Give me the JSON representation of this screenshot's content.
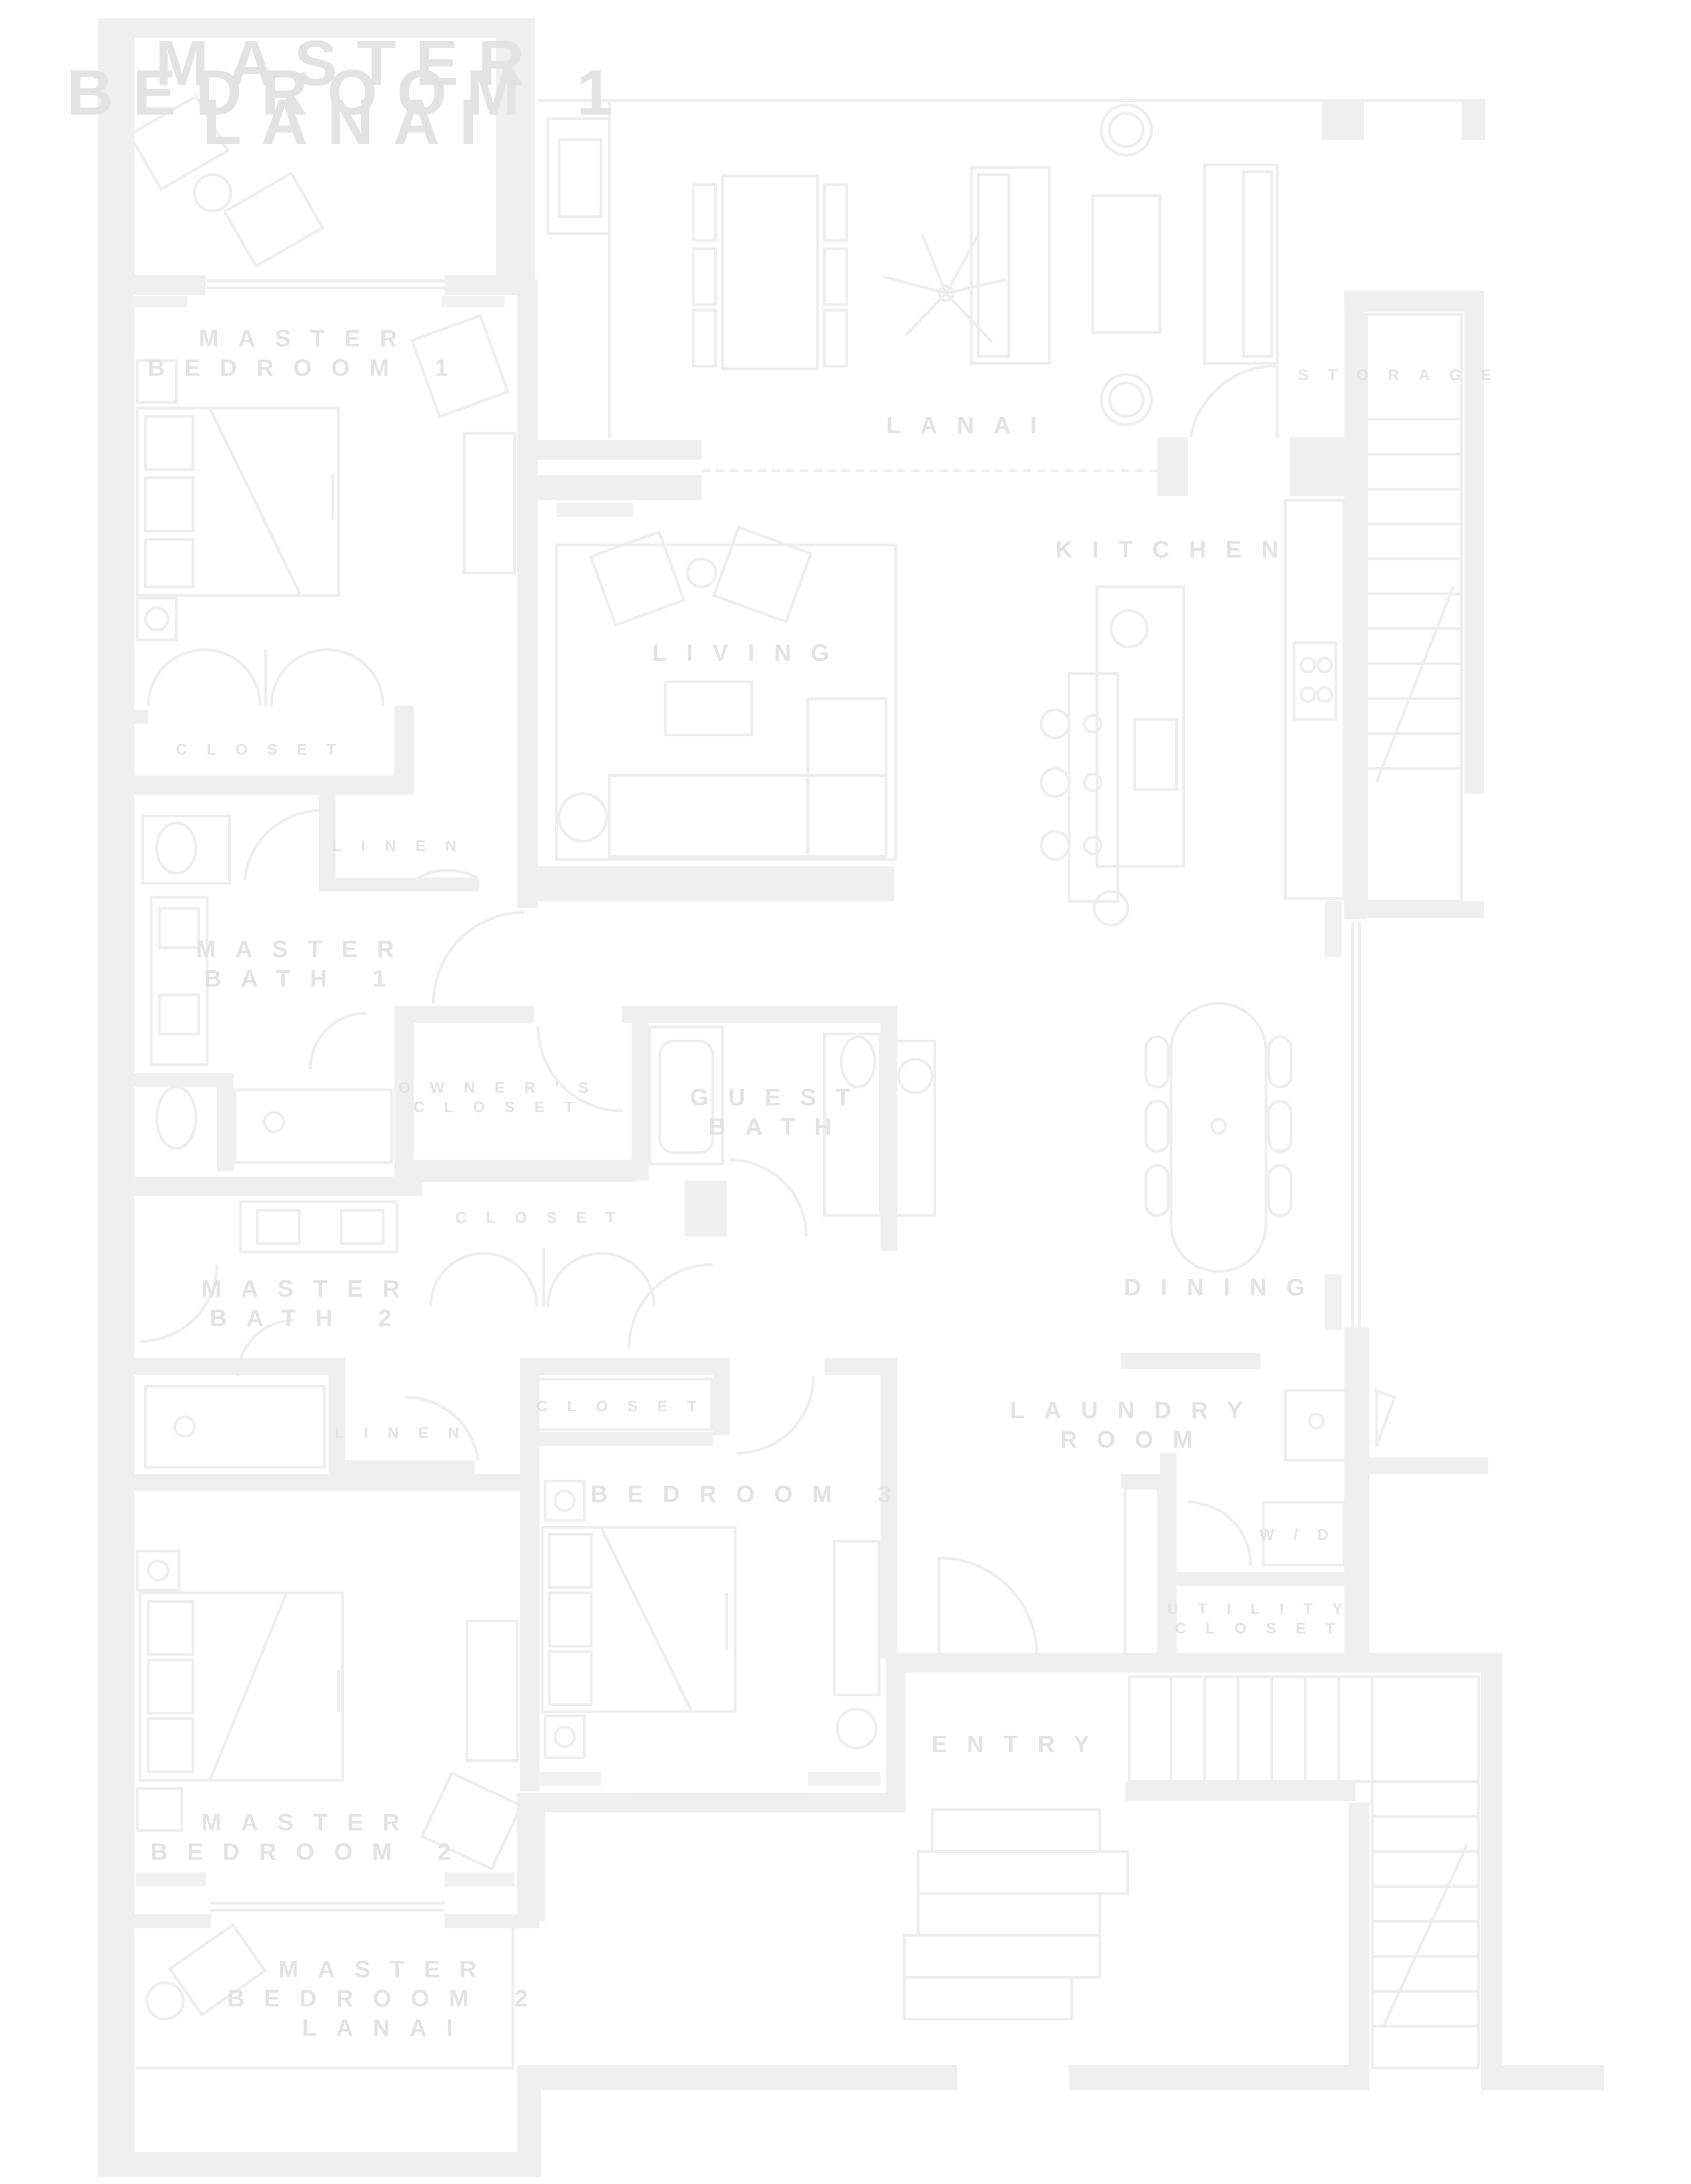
{
  "colors": {
    "wall": "#efefef",
    "line": "#ececec",
    "label": "#e3e3e3",
    "background": "#ffffff"
  },
  "rooms": {
    "master_bedroom_1_lanai": [
      "MASTER",
      "BEDROOM 1",
      "LANAI"
    ],
    "master_bedroom_1": [
      "MASTER",
      "BEDROOM 1"
    ],
    "lanai": "LANAI",
    "storage": "STORAGE",
    "kitchen": "KITCHEN",
    "living": "LIVING",
    "closet_1": "CLOSET",
    "linen_1": "LINEN",
    "master_bath_1": [
      "MASTER",
      "BATH 1"
    ],
    "owners_closet": [
      "OWNER'S",
      "CLOSET"
    ],
    "guest_bath": [
      "GUEST",
      "BATH"
    ],
    "closet_2": "CLOSET",
    "master_bath_2": [
      "MASTER",
      "BATH 2"
    ],
    "dining": "DINING",
    "laundry_room": [
      "LAUNDRY",
      "ROOM"
    ],
    "closet_3": "CLOSET",
    "bedroom_3": "BEDROOM 3",
    "linen_2": "LINEN",
    "wd": "W/D",
    "utility_closet": [
      "UTILITY",
      "CLOSET"
    ],
    "entry": "ENTRY",
    "master_bedroom_2": [
      "MASTER",
      "BEDROOM 2"
    ],
    "master_bedroom_2_lanai": [
      "MASTER",
      "BEDROOM 2",
      "LANAI"
    ]
  }
}
